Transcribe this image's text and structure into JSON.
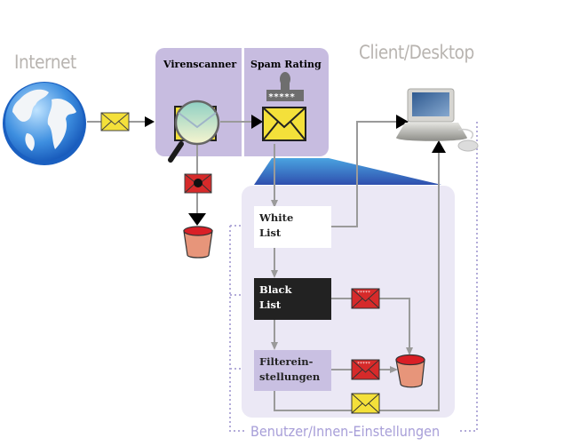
{
  "title": "Spam filter process diagram",
  "labels": {
    "internet": "Internet",
    "client": "Client/Desktop",
    "virenscanner": "Virenscanner",
    "spam_rating": "Spam Rating",
    "rating_stars": "*****",
    "footer": "Benutzer/Innen-Einstellungen"
  },
  "boxes": {
    "white_list": [
      "White",
      "List"
    ],
    "black_list": [
      "Black",
      "List"
    ],
    "filter": [
      "Filterein-",
      "stellungen"
    ]
  },
  "colors": {
    "panel": "#c7bce0",
    "user_area": "#ebe8f5",
    "dotted": "#b3acd9",
    "envelope_ok": "#f4e03a",
    "envelope_spam": "#d62a2a",
    "bucket": "#e7957a",
    "bucket_top": "#d91f26",
    "filter_box": "#c9c0e2",
    "black_box": "#222222",
    "arrow_gray": "#9a9a9a"
  }
}
